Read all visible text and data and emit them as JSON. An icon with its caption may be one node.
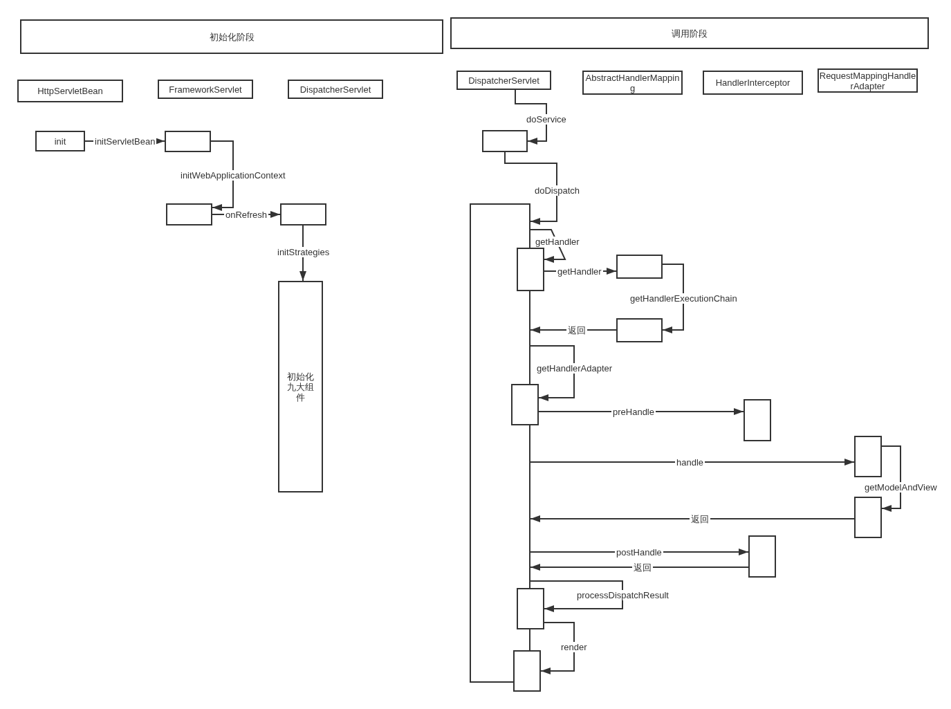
{
  "diagram": {
    "nodes": [
      {
        "text": [
          "初始化阶段"
        ]
      },
      {
        "text": [
          "调用阶段"
        ]
      },
      {
        "text": [
          "HttpServletBean"
        ]
      },
      {
        "text": [
          "FrameworkServlet"
        ]
      },
      {
        "text": [
          "DispatcherServlet"
        ]
      },
      {
        "text": [
          "init"
        ]
      },
      {
        "text": [],
        "shape": "box"
      },
      {
        "text": [],
        "shape": "box"
      },
      {
        "text": [],
        "shape": "box"
      },
      {
        "text": [
          "初始化九大组件"
        ]
      },
      {
        "text": [
          "DispatcherServlet"
        ]
      },
      {
        "text": [
          "AbstractHandlerMapping"
        ]
      },
      {
        "text": [
          "HandlerInterceptor"
        ]
      },
      {
        "text": [
          "RequestMappingHandlerAdapter"
        ]
      },
      {
        "text": [],
        "shape": "box"
      },
      {
        "text": [],
        "shape": "box"
      },
      {
        "text": [],
        "shape": "box"
      },
      {
        "text": [],
        "shape": "box"
      },
      {
        "text": [],
        "shape": "box"
      },
      {
        "text": [],
        "shape": "box"
      },
      {
        "text": [],
        "shape": "box"
      },
      {
        "text": [],
        "shape": "box"
      },
      {
        "text": [],
        "shape": "box"
      },
      {
        "text": [],
        "shape": "box"
      },
      {
        "text": [],
        "shape": "box"
      },
      {
        "text": [],
        "shape": "box"
      }
    ],
    "edges": [
      {
        "from": 5,
        "to": 6,
        "arrow": "to",
        "label": "initServletBean"
      },
      {
        "from": 6,
        "to": 7,
        "arrow": "to",
        "label": "initWebApplicationContext"
      },
      {
        "from": 7,
        "to": 8,
        "arrow": "to",
        "label": "onRefresh"
      },
      {
        "from": 8,
        "to": 9,
        "arrow": "to",
        "label": "initStrategies"
      },
      {
        "from": 10,
        "to": 14,
        "arrow": "to",
        "label": "doService"
      },
      {
        "from": 14,
        "to": 15,
        "arrow": "to",
        "label": "doDispatch"
      },
      {
        "from": 15,
        "to": 16,
        "arrow": "to",
        "label": "getHandler"
      },
      {
        "from": 16,
        "to": 17,
        "arrow": "to",
        "label": "getHandler"
      },
      {
        "from": 17,
        "to": 18,
        "arrow": "to",
        "label": "getHandlerExecutionChain"
      },
      {
        "from": 18,
        "to": 15,
        "arrow": "to",
        "label": "返回"
      },
      {
        "from": 15,
        "to": 19,
        "arrow": "to",
        "label": "getHandlerAdapter"
      },
      {
        "from": 19,
        "to": 20,
        "arrow": "to",
        "label": "preHandle"
      },
      {
        "from": 15,
        "to": 21,
        "arrow": "to",
        "label": "handle"
      },
      {
        "from": 21,
        "to": 22,
        "arrow": "to",
        "label": "getModelAndView"
      },
      {
        "from": 22,
        "to": 15,
        "arrow": "to",
        "label": "返回"
      },
      {
        "from": 15,
        "to": 23,
        "arrow": "to",
        "label": "postHandle"
      },
      {
        "from": 23,
        "to": 15,
        "arrow": "to",
        "label": "返回"
      },
      {
        "from": 15,
        "to": 24,
        "arrow": "to",
        "label": "processDispatchResult"
      },
      {
        "from": 24,
        "to": 25,
        "arrow": "to",
        "label": "render"
      }
    ]
  }
}
